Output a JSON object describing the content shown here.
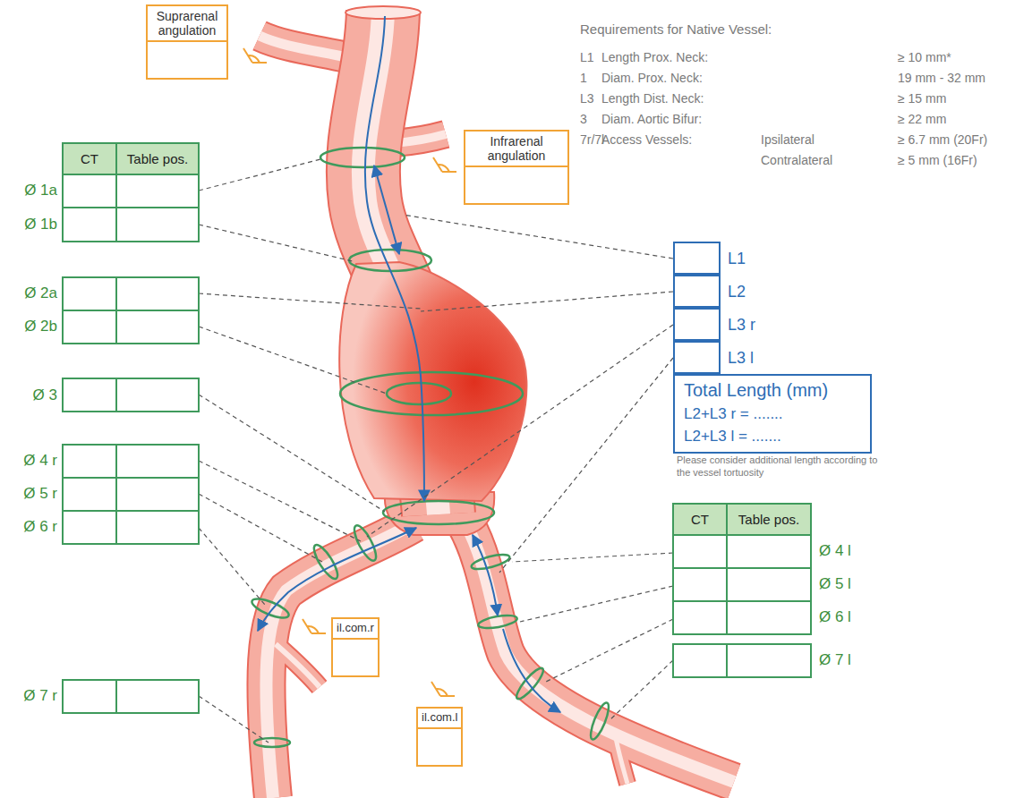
{
  "diagram": {
    "nodes": [
      {
        "text": [
          "Suprarenal angulation"
        ]
      },
      {
        "text": [
          "Infrarenal angulation"
        ]
      },
      {
        "text": [
          "il.com.r"
        ]
      },
      {
        "text": [
          "il.com.l"
        ]
      },
      {
        "text": [
          "L1"
        ]
      },
      {
        "text": [
          "L2"
        ]
      },
      {
        "text": [
          "L3 r"
        ]
      },
      {
        "text": [
          "L3 l"
        ]
      },
      {
        "text": [
          "Total Length (mm)",
          "L2+L3 r = .......",
          "L2+L3 l = ......."
        ]
      }
    ],
    "labels": [
      "CT",
      "Table pos.",
      "Ø 1a",
      "Ø 1b",
      "Ø 2a",
      "Ø 2b",
      "Ø 3",
      "Ø 4 r",
      "Ø 5 r",
      "Ø 6 r",
      "Ø 7 r",
      "CT",
      "Table pos.",
      "Ø 4 l",
      "Ø 5 l",
      "Ø 6 l",
      "Ø 7 l",
      "Requirements for Native Vessel:",
      "L1",
      "Length Prox. Neck:",
      "≥ 10 mm*",
      "1",
      "Diam. Prox. Neck:",
      "19 mm - 32 mm",
      "L3",
      "Length Dist. Neck:",
      "≥ 15 mm",
      "3",
      "Diam. Aortic Bifur:",
      "≥ 22 mm",
      "7r/7l",
      "Access Vessels:",
      "Ipsilateral",
      "≥ 6.7 mm (20Fr)",
      "Contralateral",
      "≥ 5 mm (16Fr)",
      "Please consider additional length according to the vessel tortuosity"
    ]
  }
}
